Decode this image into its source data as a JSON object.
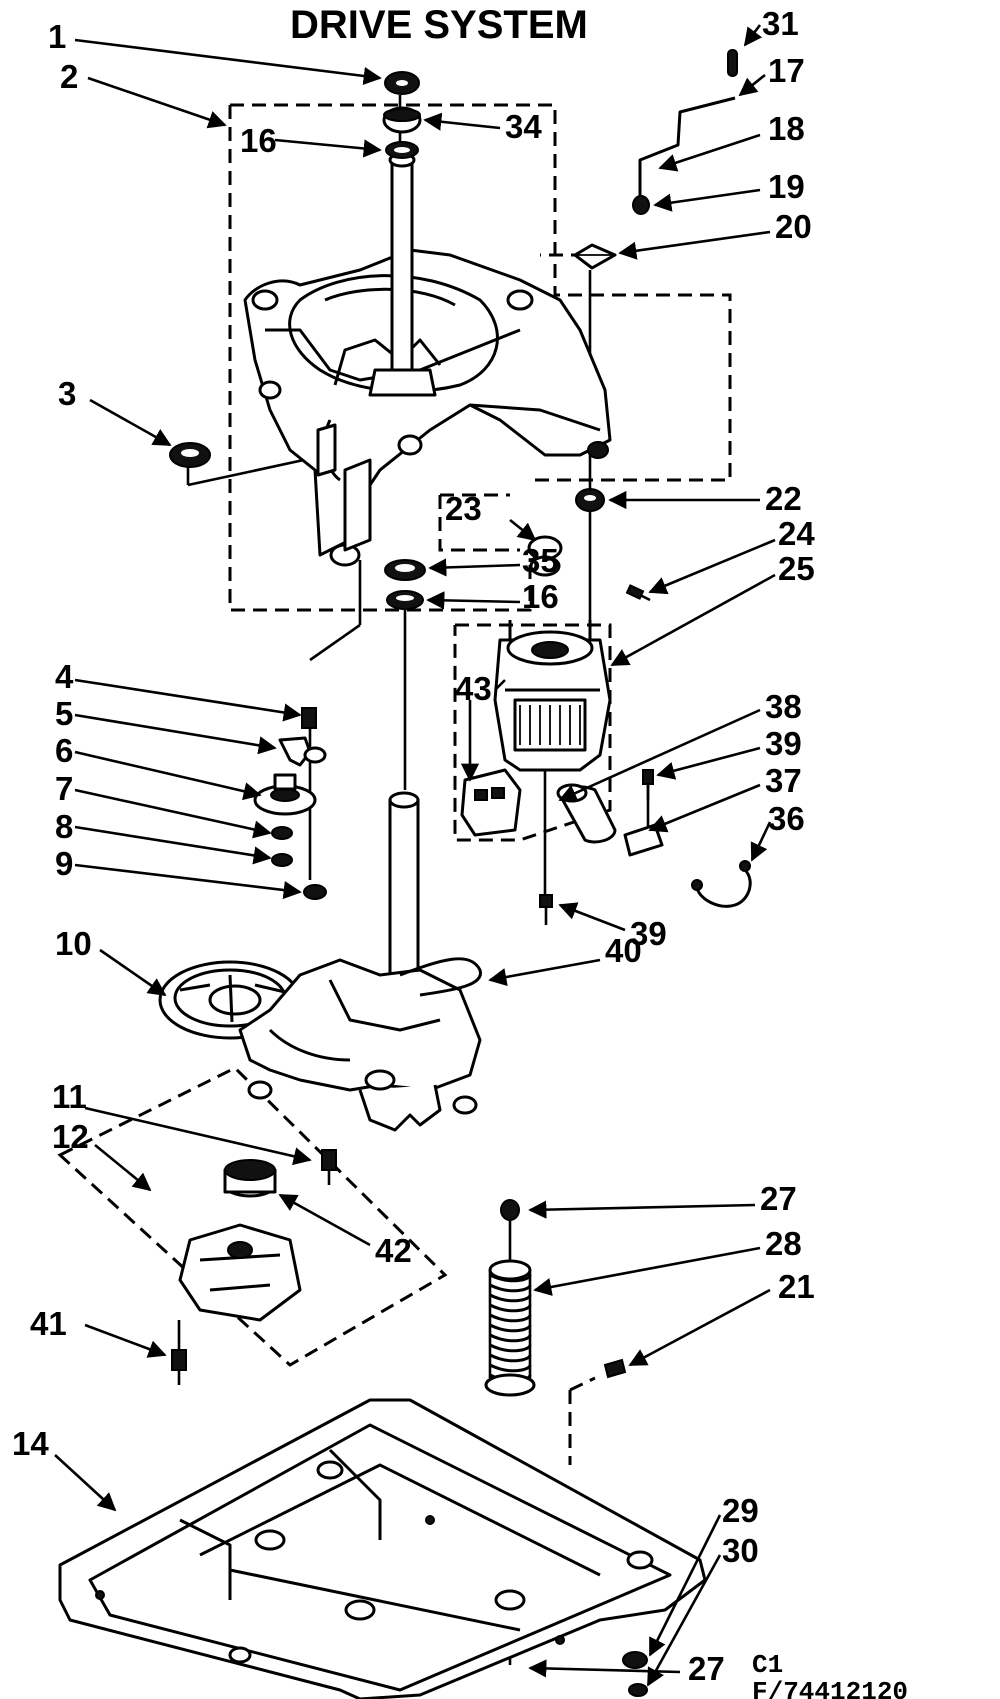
{
  "title": "DRIVE SYSTEM",
  "callouts": [
    "1",
    "2",
    "3",
    "4",
    "5",
    "6",
    "7",
    "8",
    "9",
    "10",
    "11",
    "12",
    "14",
    "16",
    "16",
    "17",
    "18",
    "19",
    "20",
    "21",
    "22",
    "23",
    "24",
    "25",
    "27",
    "27",
    "28",
    "29",
    "30",
    "31",
    "34",
    "35",
    "36",
    "37",
    "38",
    "39",
    "39",
    "40",
    "41",
    "42",
    "43"
  ],
  "footer": {
    "revision": "C1",
    "drawing_number": "F/74412120"
  }
}
